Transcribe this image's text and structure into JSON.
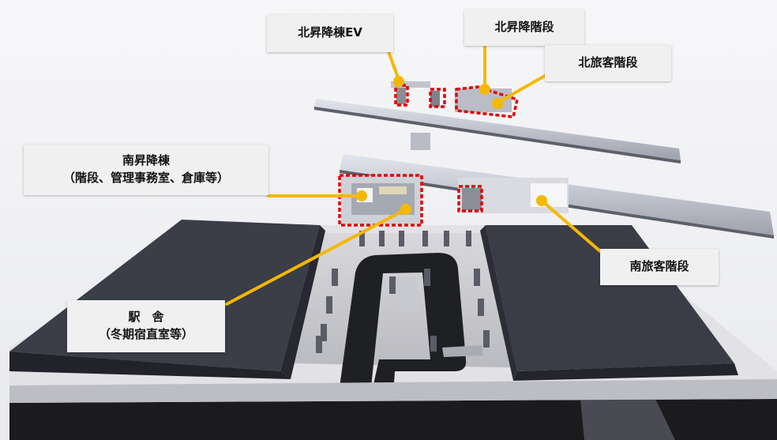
{
  "diagram": {
    "labels": {
      "north_ev": "北昇降棟EV",
      "north_stairs": "北昇降階段",
      "north_passenger_stairs": "北旅客階段",
      "south_building_line1": "南昇降棟",
      "south_building_line2": "（階段、管理事務室、倉庫等）",
      "station_line1": "駅　舎",
      "station_line2": "（冬期宿直室等）",
      "south_passenger_stairs": "南旅客階段"
    },
    "colors": {
      "leader": "#f5b800",
      "highlight": "#e00000",
      "ground": "#2a2b30",
      "building": "#3a3c46",
      "road": "#1c1c1e",
      "deck": "#c9ccd6"
    }
  }
}
